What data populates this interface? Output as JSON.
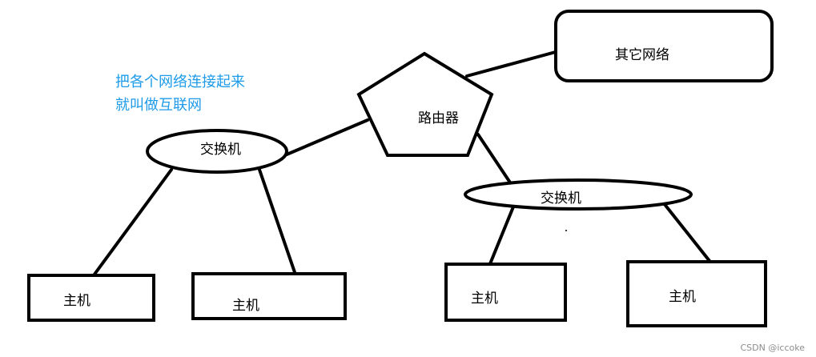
{
  "annotation": {
    "line1": "把各个网络连接起来",
    "line2": "就叫做互联网",
    "color": "#1e9be8"
  },
  "nodes": {
    "other_network": "其它网络",
    "router": "路由器",
    "switch_left": "交换机",
    "switch_right": "交换机",
    "host_1": "主机",
    "host_2": "主机",
    "host_3": "主机",
    "host_4": "主机"
  },
  "watermark": "CSDN @iccoke",
  "colors": {
    "stroke": "#000000",
    "watermark": "#8c8c8c"
  }
}
